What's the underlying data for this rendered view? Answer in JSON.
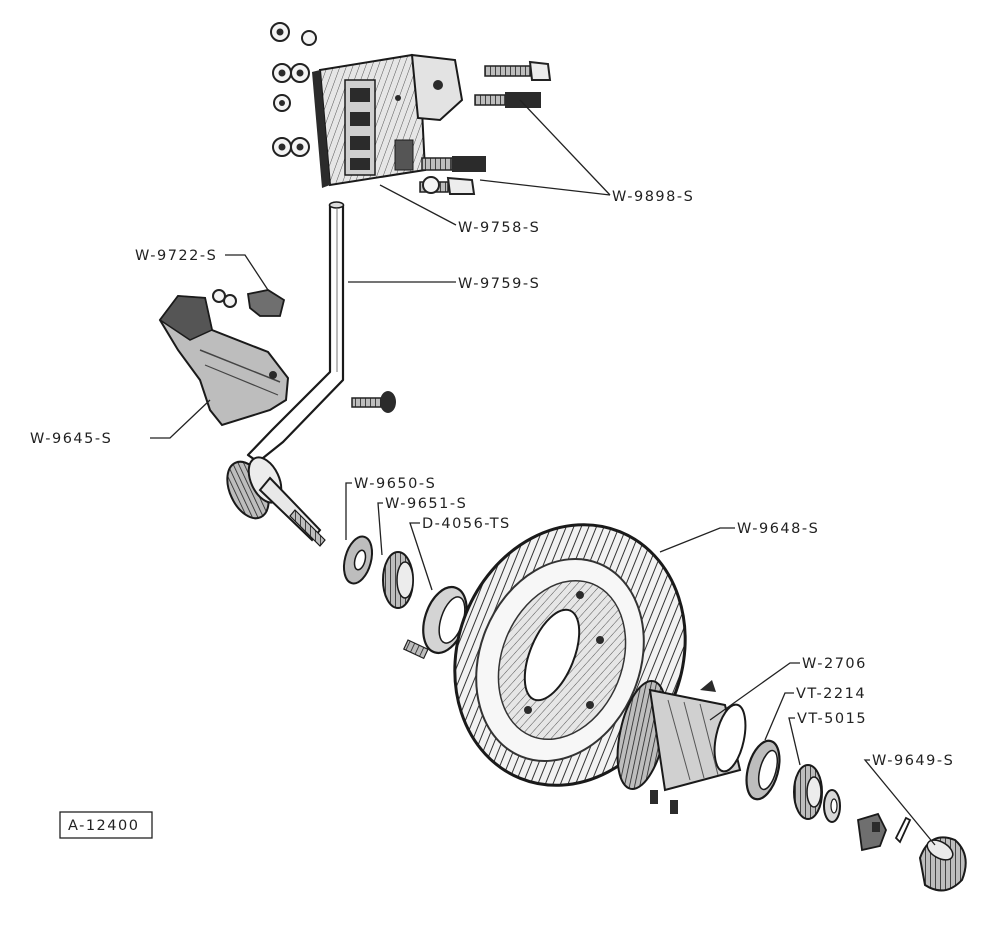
{
  "figure_number": "A-12400",
  "callouts": [
    {
      "key": "w9898",
      "label": "W-9898-S"
    },
    {
      "key": "w9758",
      "label": "W-9758-S"
    },
    {
      "key": "w9722",
      "label": "W-9722-S"
    },
    {
      "key": "w9759",
      "label": "W-9759-S"
    },
    {
      "key": "w9645",
      "label": "W-9645-S"
    },
    {
      "key": "w9650",
      "label": "W-9650-S"
    },
    {
      "key": "w9651",
      "label": "W-9651-S"
    },
    {
      "key": "d4056",
      "label": "D-4056-TS"
    },
    {
      "key": "w9648",
      "label": "W-9648-S"
    },
    {
      "key": "w2706",
      "label": "W-2706"
    },
    {
      "key": "vt2214",
      "label": "VT-2214"
    },
    {
      "key": "vt5015",
      "label": "VT-5015"
    },
    {
      "key": "w9649",
      "label": "W-9649-S"
    }
  ]
}
